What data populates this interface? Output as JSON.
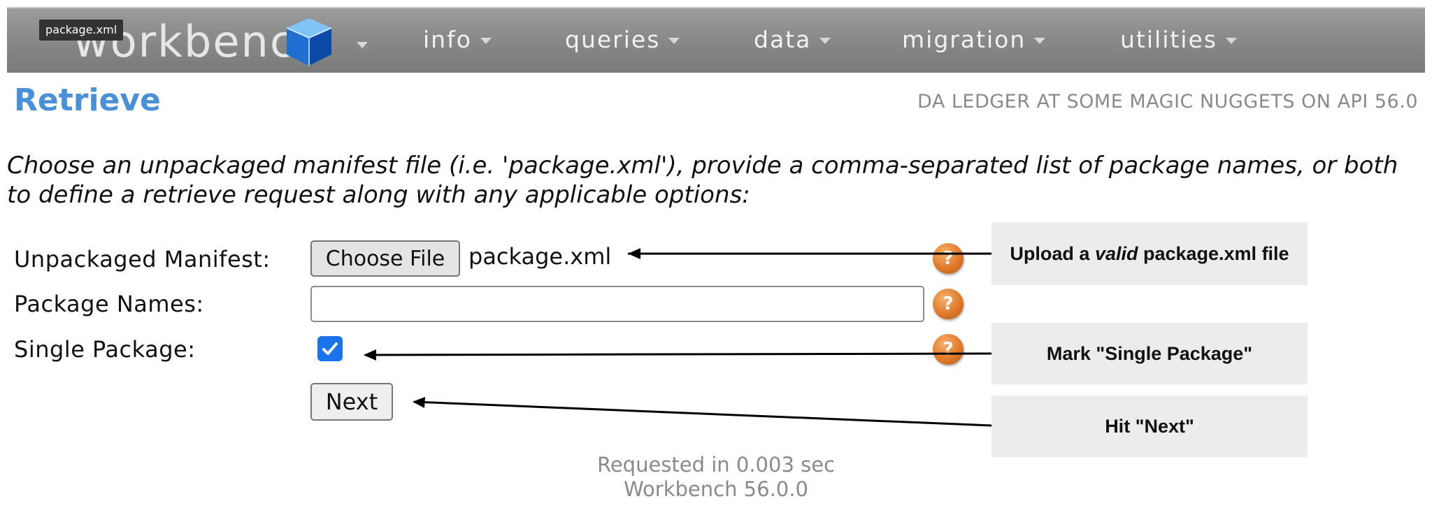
{
  "nav": {
    "brand": "workbench",
    "tooltip": "package.xml",
    "menus": [
      {
        "label": "info"
      },
      {
        "label": "queries"
      },
      {
        "label": "data"
      },
      {
        "label": "migration"
      },
      {
        "label": "utilities"
      }
    ]
  },
  "header": {
    "title": "Retrieve",
    "context": "DA LEDGER AT SOME MAGIC NUGGETS ON API 56.0"
  },
  "instructions": "Choose an unpackaged manifest file (i.e. 'package.xml'), provide a comma-separated list of package names, or both to define a retrieve request along with any applicable options:",
  "form": {
    "manifest_label": "Unpackaged Manifest:",
    "choose_file_label": "Choose File",
    "file_name": "package.xml",
    "package_names_label": "Package Names:",
    "package_names_value": "",
    "single_package_label": "Single Package:",
    "single_package_checked": true,
    "next_label": "Next",
    "help_glyph": "?"
  },
  "footer": {
    "timing": "Requested in 0.003 sec",
    "version": "Workbench 56.0.0"
  },
  "annotations": {
    "upload_prefix": "Upload a ",
    "upload_emphasis": "valid",
    "upload_suffix": " package.xml file",
    "single_package": "Mark \"Single Package\"",
    "next": "Hit \"Next\""
  },
  "colors": {
    "title_blue": "#4a90d9",
    "help_orange": "#e07a2a",
    "checkbox_blue": "#1a73e8",
    "nav_gray": "#8a8a8a",
    "callout_bg": "#ececec"
  },
  "icons": {
    "logo": "cube-logo-icon",
    "menu_caret": "caret-down-icon",
    "help": "help-icon",
    "checkbox": "checkmark-icon"
  }
}
